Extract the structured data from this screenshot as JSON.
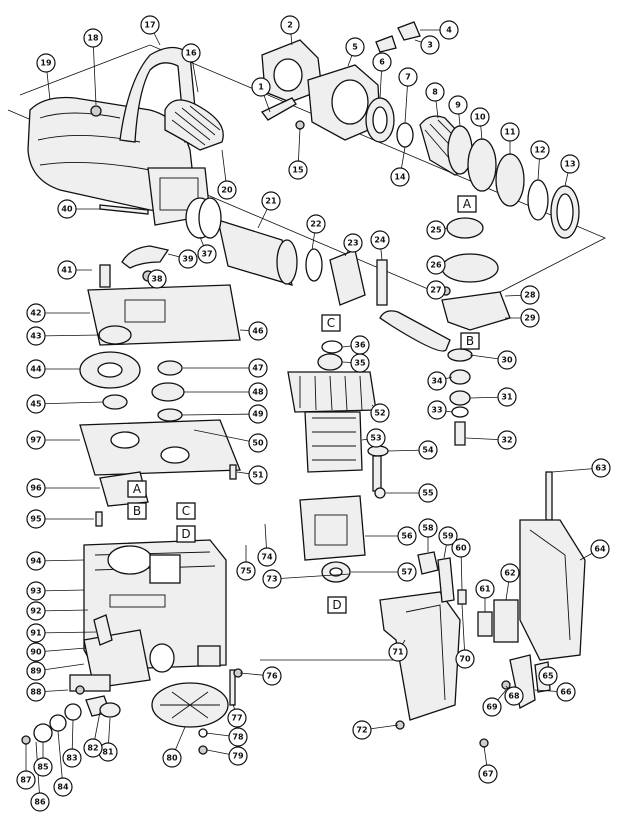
{
  "callouts": [
    "1",
    "2",
    "3",
    "4",
    "5",
    "6",
    "7",
    "8",
    "9",
    "10",
    "11",
    "12",
    "13",
    "14",
    "15",
    "16",
    "17",
    "18",
    "19",
    "20",
    "21",
    "22",
    "23",
    "24",
    "25",
    "26",
    "27",
    "28",
    "29",
    "30",
    "31",
    "32",
    "33",
    "34",
    "35",
    "36",
    "37",
    "38",
    "39",
    "40",
    "41",
    "42",
    "43",
    "44",
    "45",
    "46",
    "47",
    "48",
    "49",
    "50",
    "51",
    "52",
    "53",
    "54",
    "55",
    "56",
    "57",
    "58",
    "59",
    "60",
    "61",
    "62",
    "63",
    "64",
    "65",
    "66",
    "67",
    "68",
    "69",
    "70",
    "71",
    "72",
    "73",
    "74",
    "75",
    "76",
    "77",
    "78",
    "79",
    "80",
    "81",
    "82",
    "83",
    "84",
    "85",
    "86",
    "87",
    "88",
    "89",
    "90",
    "91",
    "92",
    "93",
    "94",
    "95",
    "96",
    "97"
  ],
  "ref_labels": [
    "A",
    "B",
    "C",
    "D"
  ]
}
